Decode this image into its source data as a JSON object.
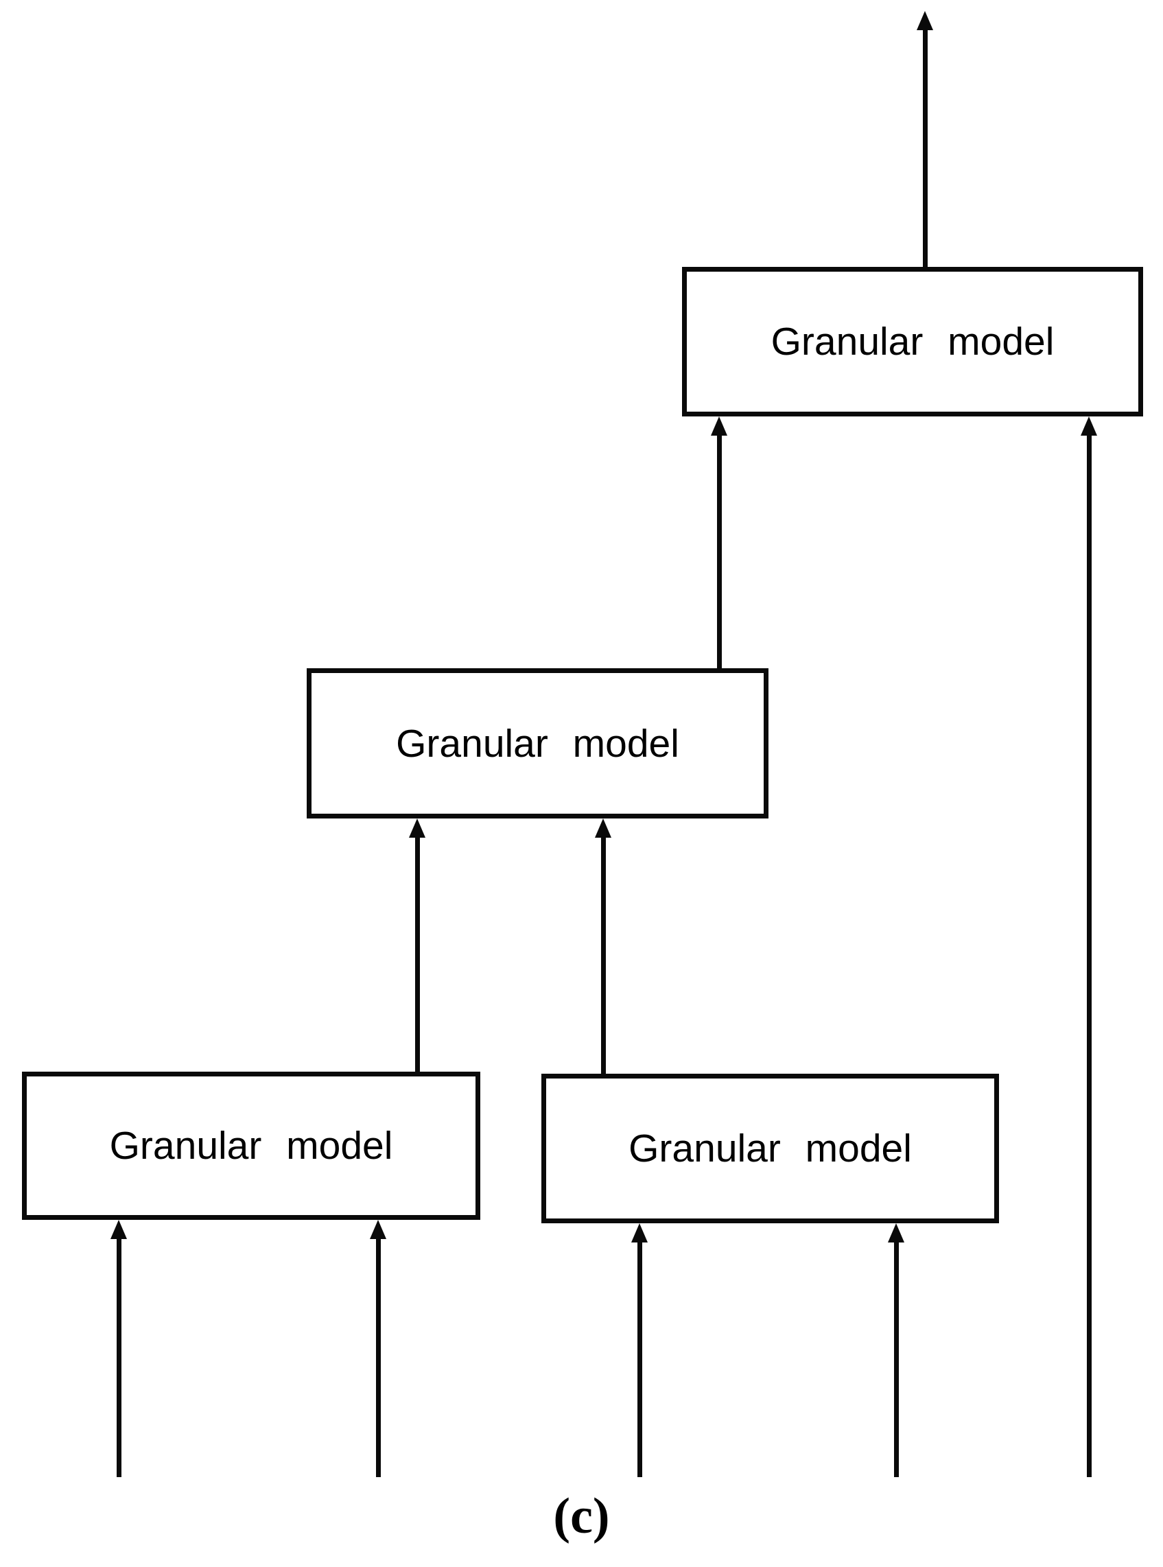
{
  "figure": {
    "type": "block-diagram",
    "caption": "(c)",
    "nodes": [
      {
        "id": "top",
        "label": "Granular model"
      },
      {
        "id": "middle",
        "label": "Granular model"
      },
      {
        "id": "bottom_left",
        "label": "Granular model"
      },
      {
        "id": "bottom_right",
        "label": "Granular model"
      }
    ],
    "arrows": [
      {
        "id": "output",
        "from": "top",
        "to": "output (off-canvas top)"
      },
      {
        "id": "middle-to-top",
        "from": "middle",
        "to": "top"
      },
      {
        "id": "input-right-to-top",
        "from": "input (bottom)",
        "to": "top"
      },
      {
        "id": "bottom-left-to-middle",
        "from": "bottom_left",
        "to": "middle"
      },
      {
        "id": "bottom-right-to-middle",
        "from": "bottom_right",
        "to": "middle"
      },
      {
        "id": "input-1",
        "from": "input (bottom)",
        "to": "bottom_left"
      },
      {
        "id": "input-2",
        "from": "input (bottom)",
        "to": "bottom_left"
      },
      {
        "id": "input-3",
        "from": "input (bottom)",
        "to": "bottom_right"
      },
      {
        "id": "input-4",
        "from": "input (bottom)",
        "to": "bottom_right"
      }
    ],
    "colors": {
      "line": "#0a0a0a",
      "box_fill": "#ffffff",
      "background": "#ffffff",
      "text": "#000000"
    }
  }
}
